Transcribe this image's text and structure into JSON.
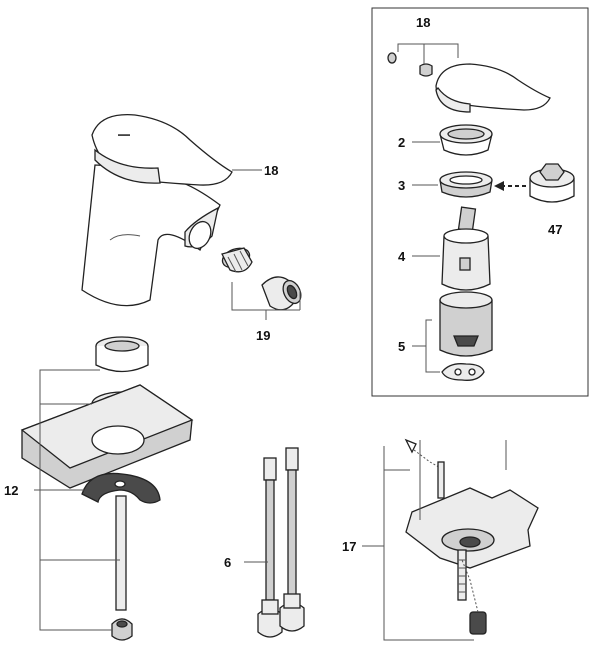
{
  "callouts": {
    "c18_main": "18",
    "c19": "19",
    "c12": "12",
    "c6": "6",
    "c17": "17",
    "c18_inset": "18",
    "c2": "2",
    "c3": "3",
    "c4": "4",
    "c5": "5",
    "c47": "47"
  },
  "colors": {
    "outline": "#222222",
    "leader": "#555555",
    "shade": "#d0d0d0",
    "light": "#ececec",
    "dark": "#4a4a4a"
  }
}
